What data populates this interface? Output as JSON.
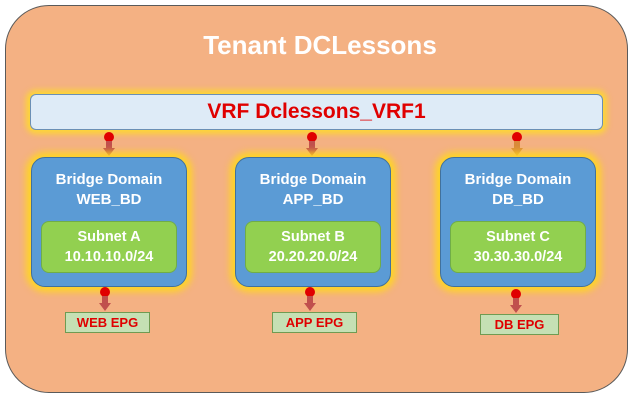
{
  "tenant": {
    "title": "Tenant DCLessons"
  },
  "vrf": {
    "label": "VRF Dclessons_VRF1"
  },
  "bridge_domains": [
    {
      "title": "Bridge Domain",
      "name": "WEB_BD",
      "subnet_label": "Subnet A",
      "subnet_value": "10.10.10.0/24",
      "epg": "WEB EPG"
    },
    {
      "title": "Bridge Domain",
      "name": "APP_BD",
      "subnet_label": "Subnet B",
      "subnet_value": "20.20.20.0/24",
      "epg": "APP EPG"
    },
    {
      "title": "Bridge Domain",
      "name": "DB_BD",
      "subnet_label": "Subnet C",
      "subnet_value": "30.30.30.0/24",
      "epg": "DB EPG"
    }
  ],
  "colors": {
    "tenant_fill": "#f4b183",
    "vrf_fill": "#deebf7",
    "vrf_text": "#e00000",
    "bridge_domain_fill": "#5b9bd5",
    "subnet_fill": "#92d050",
    "epg_fill": "#c5e0b4",
    "epg_text": "#e00000",
    "connector_dot": "#e00000",
    "connector_arrow": "#c0504d"
  }
}
